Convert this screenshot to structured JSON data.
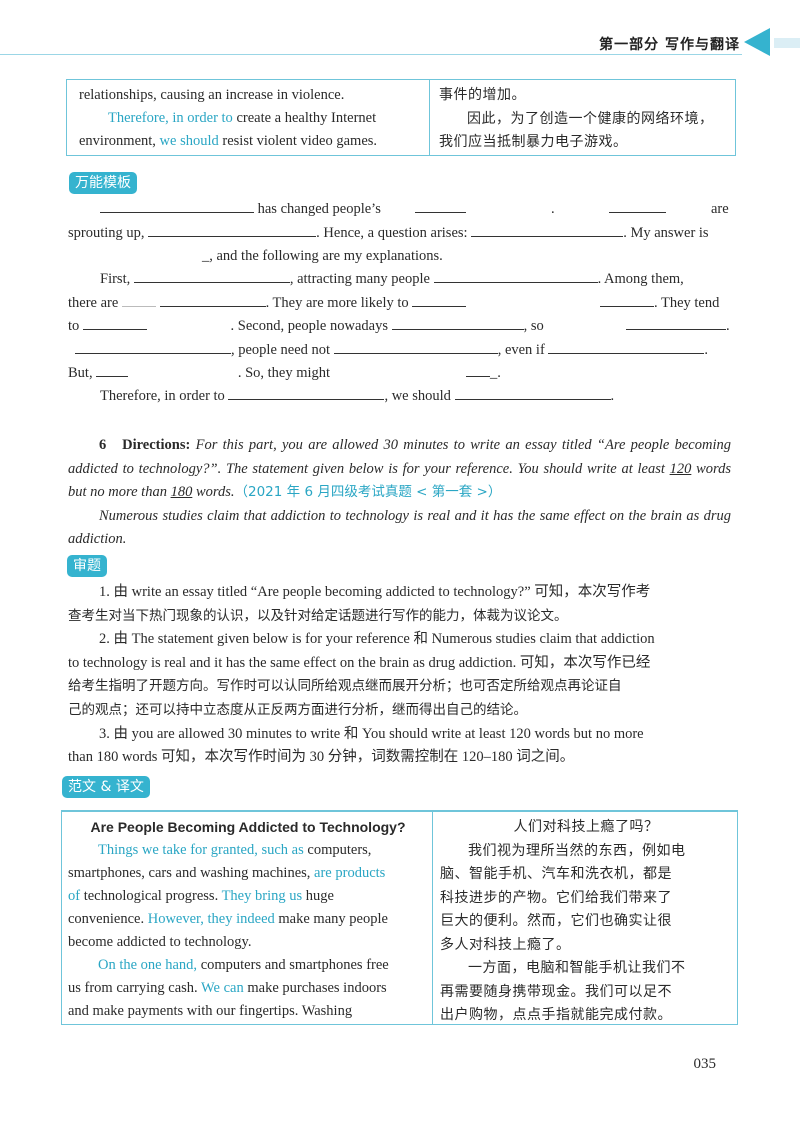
{
  "header": {
    "section": "第一部分  写作与翻译"
  },
  "box1": {
    "en_line1": "relationships, causing an increase in violence.",
    "en_t1": "Therefore, in order to",
    "en_t2": " create a healthy Internet",
    "en_t3": "environment, ",
    "en_t4": "we should",
    "en_t5": " resist violent video games.",
    "cn_line1": "事件的增加。",
    "cn_line2": "因此，为了创造一个健康的网络环境，",
    "cn_line3": "我们应当抵制暴力电子游戏。"
  },
  "tags": {
    "template": "万能模板",
    "review": "审题",
    "sample": "范文 & 译文"
  },
  "template": {
    "l1a": "has changed people’s",
    "l1b": ".",
    "l1c": "are",
    "l2a": "sprouting up,",
    "l2b": ". Hence, a question arises:",
    "l2c": ". My answer is",
    "l3": "_, and the following are my explanations.",
    "l4a": "First,",
    "l4b": ", attracting many people",
    "l4c": ". Among them,",
    "l5a": "there are",
    "l5b": ". They are more likely to",
    "l5c": ". They tend",
    "l6a": "to",
    "l6b": ". Second, people nowadays",
    "l6c": ", so",
    "l6d": ".",
    "l7a": ", people need not",
    "l7b": ", even if",
    "l7c": ".",
    "l8a": "But,",
    "l8b": ". So, they might",
    "l8c": "_.",
    "l9a": "Therefore, in order to",
    "l9b": ", we should",
    "l9c": "."
  },
  "directions": {
    "num": "6",
    "label": "Directions:",
    "t1": " For this part, you are allowed 30 minutes to write an essay titled “Are people becoming addicted to technology?”. The statement given below is for your reference. You should write at least ",
    "n1": "120",
    "t2": " words but no more than ",
    "n2": "180",
    "t3": " words.",
    "source": "（2021 年 6 月四级考试真题 < 第一套 >）",
    "statement": "Numerous studies claim that addiction to technology is real and it has the same effect on the brain as drug addiction."
  },
  "review": {
    "p1a": "1. 由 write an essay titled “Are people becoming addicted to technology?” 可知，本次写作考",
    "p1b": "查考生对当下热门现象的认识，以及针对给定话题进行写作的能力，体裁为议论文。",
    "p2a": "2. 由 The statement given below is for your reference 和 Numerous studies claim that addiction",
    "p2b": "to technology is real and it has the same effect on the brain as drug addiction. 可知，本次写作已经",
    "p2c": "给考生指明了开题方向。写作时可以认同所给观点继而展开分析；也可否定所给观点再论证自",
    "p2d": "己的观点；还可以持中立态度从正反两方面进行分析，继而得出自己的结论。",
    "p3a": "3. 由 you are allowed 30 minutes to write 和 You should write at least 120 words but no more",
    "p3b": "than 180 words 可知，本次写作时间为 30 分钟，词数需控制在 120–180 词之间。"
  },
  "essay": {
    "title_en": "Are People Becoming Addicted to Technology?",
    "title_cn": "人们对科技上瘾了吗？",
    "e1": "Things we take for granted, such as",
    "e2": " computers,",
    "e3": "smartphones, cars and washing machines, ",
    "e4": "are products",
    "e5": "of",
    "e6": " technological progress. ",
    "e7": "They bring us",
    "e8": " huge",
    "e9": "convenience. ",
    "e10": "However, they indeed",
    "e11": " make many people",
    "e12": "become addicted to technology.",
    "e13": "On the one hand,",
    "e14": " computers and smartphones free",
    "e15": "us from carrying cash. ",
    "e16": "We can",
    "e17": " make purchases indoors",
    "e18": "and make payments with our fingertips. Washing",
    "c1": "我们视为理所当然的东西，例如电",
    "c2": "脑、智能手机、汽车和洗衣机，都是",
    "c3": "科技进步的产物。它们给我们带来了",
    "c4": "巨大的便利。然而，它们也确实让很",
    "c5": "多人对科技上瘾了。",
    "c6": "一方面，电脑和智能手机让我们不",
    "c7": "再需要随身携带现金。我们可以足不",
    "c8": "出户购物，点点手指就能完成付款。"
  },
  "page_number": "035"
}
